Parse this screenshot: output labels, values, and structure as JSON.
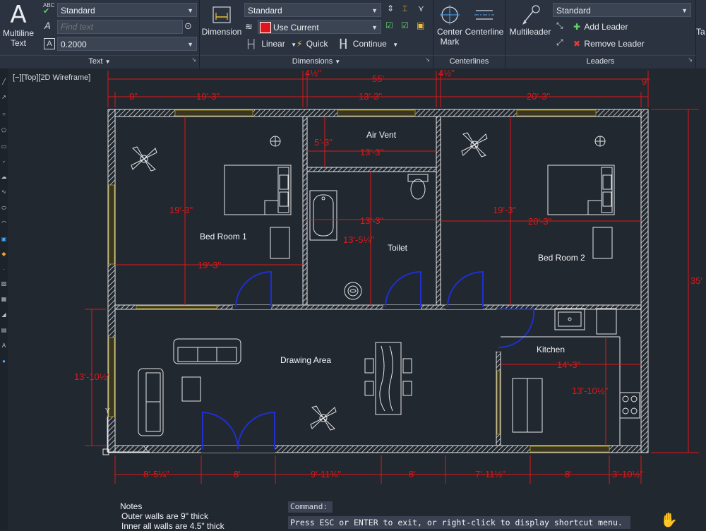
{
  "ribbon": {
    "text_panel": {
      "multiline_text_label": "Multiline Text",
      "style_value": "Standard",
      "find_placeholder": "Find text",
      "height_value": "0.2000",
      "title": "Text"
    },
    "dimensions_panel": {
      "dimension_label": "Dimension",
      "style_value": "Standard",
      "layer_value": "Use Current",
      "layer_color": "#e0141b",
      "linear_label": "Linear",
      "quick_label": "Quick",
      "continue_label": "Continue",
      "title": "Dimensions"
    },
    "centerlines_panel": {
      "center_mark_label": "Center Mark",
      "centerline_label": "Centerline",
      "title": "Centerlines"
    },
    "leaders_panel": {
      "multileader_label": "Multileader",
      "style_value": "Standard",
      "add_leader_label": "Add Leader",
      "remove_leader_label": "Remove Leader",
      "title": "Leaders"
    },
    "overflow_label": "Ta"
  },
  "viewport": {
    "view_label": "[−][Top][2D Wireframe]"
  },
  "drawing": {
    "rooms": {
      "bedroom1": "Bed Room 1",
      "bedroom2": "Bed Room 2",
      "air_vent": "Air Vent",
      "toilet": "Toilet",
      "drawing_area": "Drawing Area",
      "kitchen": "Kitchen"
    },
    "dimensions": {
      "top_total": "55'",
      "top_left_small": "4½\"",
      "top_right_small": "4½\"",
      "top_9_left": "9\"",
      "top_19_3": "19'-3\"",
      "top_13_3": "13'-3\"",
      "top_20_3": "20'-3\"",
      "top_9_right": "9\"",
      "right_total": "35'",
      "airvent_5_3": "5'-3\"",
      "airvent_13_3": "13'-3\"",
      "toilet_13_3": "13'-3\"",
      "toilet_13_5": "13'-5¼\"",
      "bed1_19_3_v": "19'-3\"",
      "bed1_19_3_h": "19'-3\"",
      "bed2_19_3_v": "19'-3\"",
      "bed2_20_3_h": "20'-3\"",
      "left_13_10": "13'-10½\"",
      "kitchen_14_3": "14'-3\"",
      "kitchen_13_10": "13'-10½\"",
      "bottom": [
        "8'-5¼\"",
        "8'",
        "9'-11¾\"",
        "8'",
        "7'-11½\"",
        "8'",
        "3'-10½\""
      ]
    }
  },
  "notes": {
    "title": "Notes",
    "line1": "Outer walls are 9\"  thick",
    "line2": "Inner all walls are 4.5\" thick"
  },
  "command": {
    "header": "Command:",
    "prompt": "Press ESC or ENTER to exit, or right-click to display shortcut menu."
  },
  "colors": {
    "dimension": "#e01818",
    "door": "#1f2fd0",
    "window": "#9a8a1e",
    "background": "#212830",
    "line": "#e6e6e6"
  }
}
